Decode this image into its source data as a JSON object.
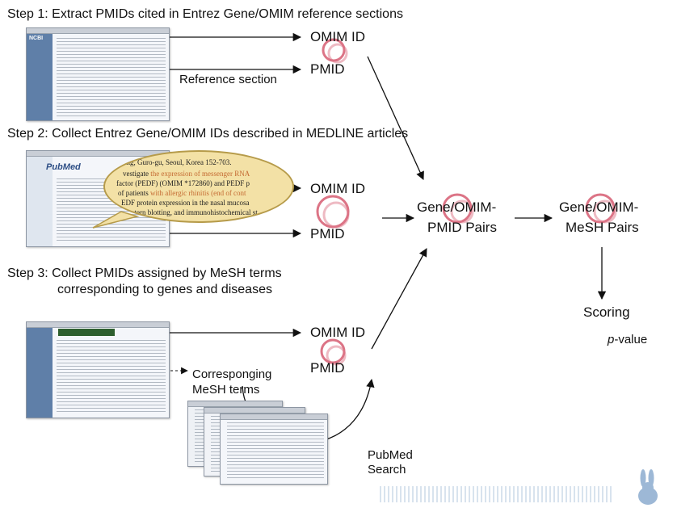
{
  "steps": {
    "step1": "Step 1: Extract PMIDs cited in Entrez Gene/OMIM reference sections",
    "step2": "Step 2: Collect Entrez Gene/OMIM IDs described in MEDLINE articles",
    "step3_line1": "Step 3: Collect PMIDs assigned by MeSH terms",
    "step3_line2": "corresponding to genes and diseases"
  },
  "nodes": {
    "omim_id": "OMIM ID",
    "pmid": "PMID",
    "reference_section": "Reference section",
    "gene_omim_pmid_1": "Gene/OMIM-",
    "gene_omim_pmid_2": "PMID Pairs",
    "gene_omim_mesh_1": "Gene/OMIM-",
    "gene_omim_mesh_2": "MeSH Pairs",
    "scoring": "Scoring",
    "pvalue_italic": "p",
    "pvalue_rest": "-value",
    "mesh_terms_1": "Corresponging",
    "mesh_terms_2": "MeSH terms",
    "pubmed_1": "PubMed",
    "pubmed_2": "Search"
  },
  "bubble": {
    "line1": "ong, Guro-gu, Seoul, Korea 152-703.",
    "line2a": "vestigate ",
    "line2b": "the expression of messenger RNA",
    "line3a": " factor (PEDF) (OMIM *172860) and PEDF p",
    "line4a": "of patients ",
    "line4b": "with allergic rhinitis (end of cont",
    "line5": "EDF protein expression in the nasal mucosa",
    "line6": "otern blotting, and immunohistochemical st"
  },
  "thumbnails": {
    "pubmed_logo": "PubMed",
    "ncbi_logo": "NCBI"
  },
  "colors": {
    "circle": "#d9667a",
    "arrow": "#111111",
    "bubble_fill": "#f3e1a6",
    "highlight": "#c46a32"
  }
}
